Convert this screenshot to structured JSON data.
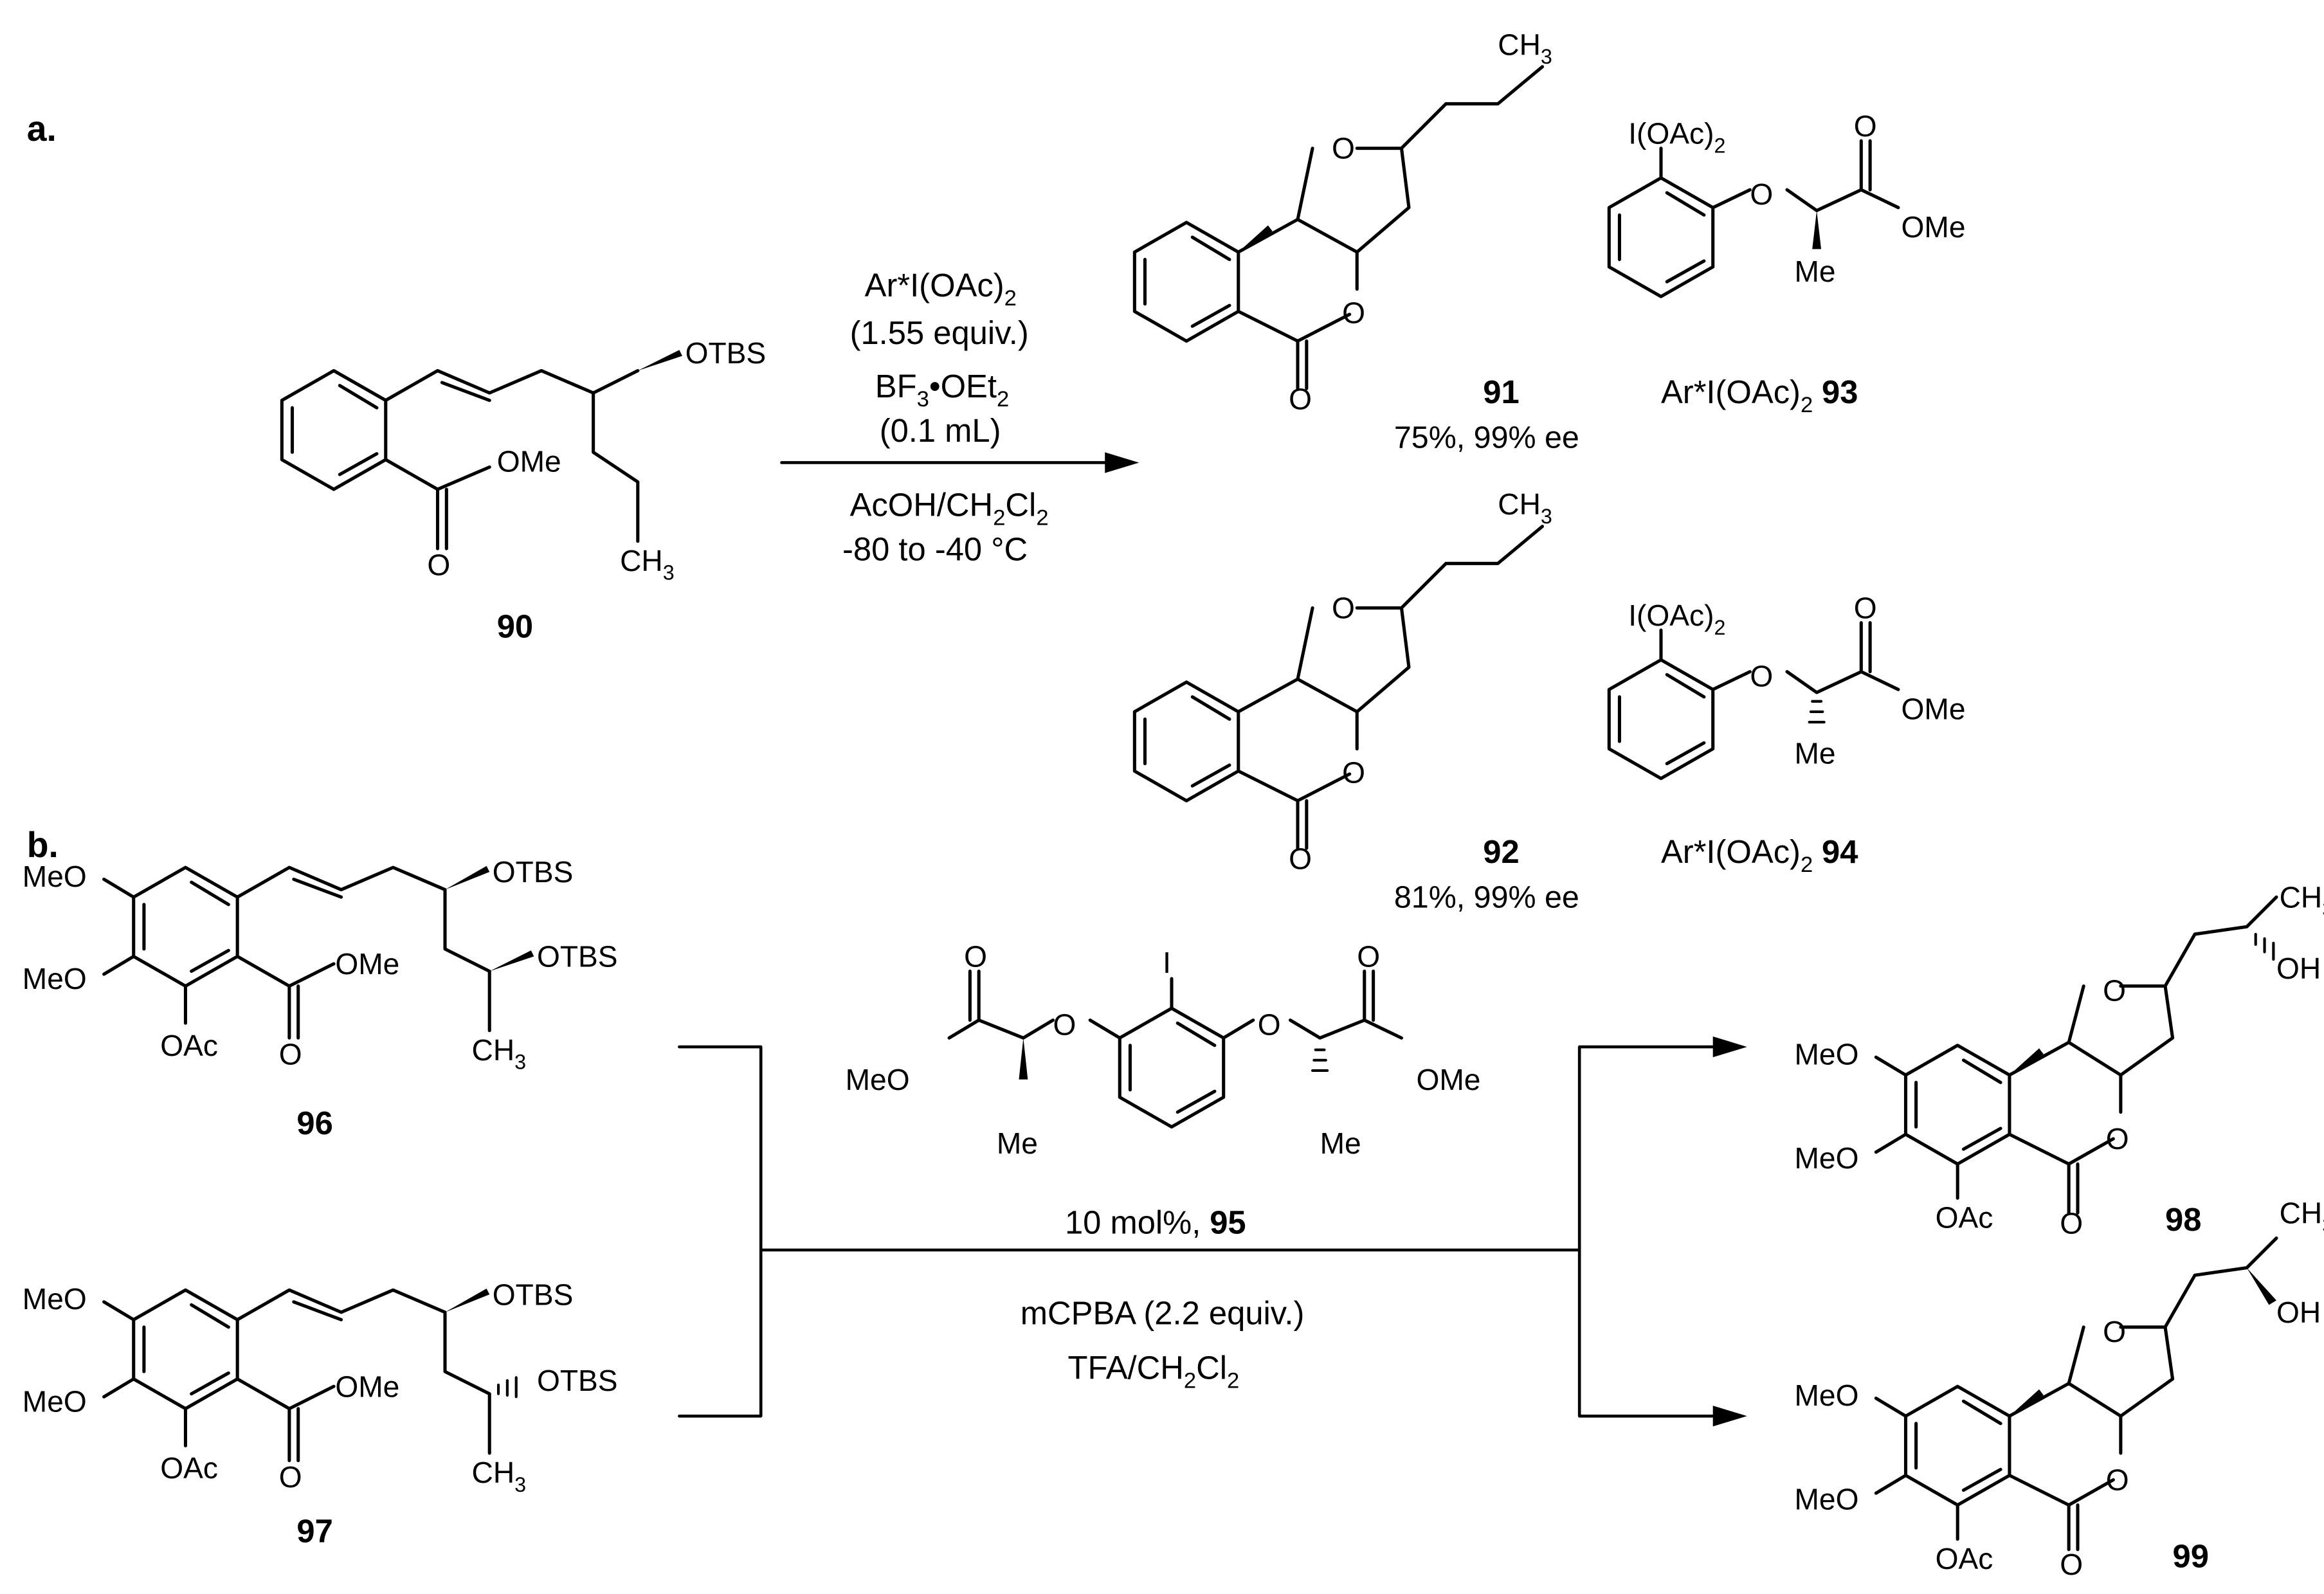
{
  "panels": {
    "a": "a.",
    "b": "b."
  },
  "atoms": {
    "O": "O",
    "OMe": "OMe",
    "OTBS": "OTBS",
    "OH": "OH",
    "OAc": "OAc",
    "MeO": "MeO",
    "Me": "Me",
    "I": "I",
    "IOAc": "I(OAc)",
    "sub2": "2",
    "sub3": "3",
    "CH": "CH"
  },
  "compounds": {
    "c90": "90",
    "c91": "91",
    "c92": "92",
    "c93": "93",
    "c94": "94",
    "c95": "95",
    "c96": "96",
    "c97": "97",
    "c98": "98",
    "c99": "99"
  },
  "reaction_a": {
    "reagent1": "Ar*I(OAc)",
    "reagent1_equiv": "(1.55 equiv.)",
    "reagent2_main": "BF",
    "reagent2_mid": "•OEt",
    "reagent2_amount": "(0.1 mL)",
    "solvent_main": "AcOH/CH",
    "solvent_cl": "Cl",
    "temperature": "-80 to -40 °C",
    "yield_91": "75%, 99% ee",
    "yield_92": "81%, 99% ee",
    "catalyst_label": "Ar*I(OAc)"
  },
  "reaction_b": {
    "catalyst_loading": "10 mol%,",
    "oxidant": "mCPBA (2.2 equiv.)",
    "solvent_main": "TFA/CH",
    "solvent_cl": "Cl"
  }
}
